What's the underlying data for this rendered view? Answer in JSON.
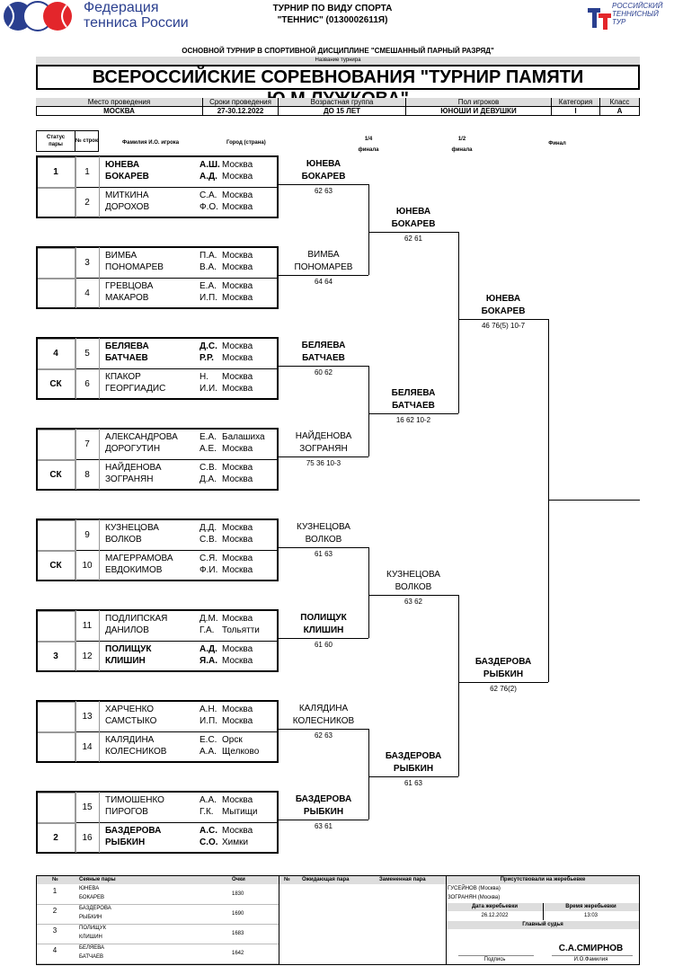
{
  "header": {
    "ftr_name1": "Федерация",
    "ftr_name2": "тенниса России",
    "sport_line1": "ТУРНИР ПО ВИДУ СПОРТА",
    "sport_line2": "\"ТЕННИС\" (0130002611Я)",
    "rtt_line1": "РОССИЙСКИЙ",
    "rtt_line2": "ТЕННИСНЫЙ",
    "rtt_line3": "ТУР",
    "discipline": "ОСНОВНОЙ ТУРНИР В СПОРТИВНОЙ ДИСЦИПЛИНЕ \"СМЕШАННЫЙ ПАРНЫЙ РАЗРЯД\"",
    "name_caption": "Название турнира",
    "title": "ВСЕРОССИЙСКИЕ СОРЕВНОВАНИЯ \"ТУРНИР ПАМЯТИ Ю.М.ЛУЖКОВА\""
  },
  "info": {
    "place_h": "Место проведения",
    "place": "МОСКВА",
    "dates_h": "Сроки проведения",
    "dates": "27-30.12.2022",
    "age_h": "Возрастная группа",
    "age": "ДО 15 ЛЕТ",
    "gender_h": "Пол игроков",
    "gender": "ЮНОШИ И ДЕВУШКИ",
    "cat_h": "Категория",
    "cat": "I",
    "class_h": "Класс",
    "class": "А"
  },
  "cols": {
    "status": "Статус",
    "status2": "пары",
    "num": "№ строк",
    "name": "Фамилия И.О. игрока",
    "city": "Город (страна)",
    "qf": "1/4",
    "qf2": "финала",
    "sf": "1/2",
    "sf2": "финала",
    "final": "Финал"
  },
  "rows": [
    {
      "n": "1",
      "st": "1",
      "a": "ЮНЕВА",
      "ai": "А.Ш.",
      "ac": "Москва",
      "b": "БОКАРЕВ",
      "bi": "А.Д.",
      "bc": "Москва",
      "bold": true
    },
    {
      "n": "2",
      "st": "",
      "a": "МИТКИНА",
      "ai": "С.А.",
      "ac": "Москва",
      "b": "ДОРОХОВ",
      "bi": "Ф.О.",
      "bc": "Москва",
      "bold": false
    },
    {
      "n": "3",
      "st": "",
      "a": "ВИМБА",
      "ai": "П.А.",
      "ac": "Москва",
      "b": "ПОНОМАРЕВ",
      "bi": "В.А.",
      "bc": "Москва",
      "bold": false
    },
    {
      "n": "4",
      "st": "",
      "a": "ГРЕВЦОВА",
      "ai": "Е.А.",
      "ac": "Москва",
      "b": "МАКАРОВ",
      "bi": "И.П.",
      "bc": "Москва",
      "bold": false
    },
    {
      "n": "5",
      "st": "4",
      "a": "БЕЛЯЕВА",
      "ai": "Д.С.",
      "ac": "Москва",
      "b": "БАТЧАЕВ",
      "bi": "Р.Р.",
      "bc": "Москва",
      "bold": true
    },
    {
      "n": "6",
      "st": "СК",
      "a": "КПАКОР",
      "ai": "Н.",
      "ac": "Москва",
      "b": "ГЕОРГИАДИС",
      "bi": "И.И.",
      "bc": "Москва",
      "bold": false
    },
    {
      "n": "7",
      "st": "",
      "a": "АЛЕКСАНДРОВА",
      "ai": "Е.А.",
      "ac": "Балашиха",
      "b": "ДОРОГУТИН",
      "bi": "А.Е.",
      "bc": "Москва",
      "bold": false
    },
    {
      "n": "8",
      "st": "СК",
      "a": "НАЙДЕНОВА",
      "ai": "С.В.",
      "ac": "Москва",
      "b": "ЗОГРАНЯН",
      "bi": "Д.А.",
      "bc": "Москва",
      "bold": false
    },
    {
      "n": "9",
      "st": "",
      "a": "КУЗНЕЦОВА",
      "ai": "Д.Д.",
      "ac": "Москва",
      "b": "ВОЛКОВ",
      "bi": "С.В.",
      "bc": "Москва",
      "bold": false
    },
    {
      "n": "10",
      "st": "СК",
      "a": "МАГЕРРАМОВА",
      "ai": "С.Я.",
      "ac": "Москва",
      "b": "ЕВДОКИМОВ",
      "bi": "Ф.И.",
      "bc": "Москва",
      "bold": false
    },
    {
      "n": "11",
      "st": "",
      "a": "ПОДЛИПСКАЯ",
      "ai": "Д.М.",
      "ac": "Москва",
      "b": "ДАНИЛОВ",
      "bi": "Г.А.",
      "bc": "Тольятти",
      "bold": false
    },
    {
      "n": "12",
      "st": "3",
      "a": "ПОЛИЩУК",
      "ai": "А.Д.",
      "ac": "Москва",
      "b": "КЛИШИН",
      "bi": "Я.А.",
      "bc": "Москва",
      "bold": true
    },
    {
      "n": "13",
      "st": "",
      "a": "ХАРЧЕНКО",
      "ai": "А.Н.",
      "ac": "Москва",
      "b": "САМСТЫКО",
      "bi": "И.П.",
      "bc": "Москва",
      "bold": false
    },
    {
      "n": "14",
      "st": "",
      "a": "КАЛЯДИНА",
      "ai": "Е.С.",
      "ac": "Орск",
      "b": "КОЛЕСНИКОВ",
      "bi": "А.А.",
      "bc": "Щелково",
      "bold": false
    },
    {
      "n": "15",
      "st": "",
      "a": "ТИМОШЕНКО",
      "ai": "А.А.",
      "ac": "Москва",
      "b": "ПИРОГОВ",
      "bi": "Г.К.",
      "bc": "Мытищи",
      "bold": false
    },
    {
      "n": "16",
      "st": "2",
      "a": "БАЗДЕРОВА",
      "ai": "А.С.",
      "ac": "Москва",
      "b": "РЫБКИН",
      "bi": "С.О.",
      "bc": "Химки",
      "bold": true
    }
  ],
  "r1": [
    {
      "a": "ЮНЕВА",
      "b": "БОКАРЕВ",
      "score": "62 63",
      "bold": true
    },
    {
      "a": "ВИМБА",
      "b": "ПОНОМАРЕВ",
      "score": "64 64",
      "bold": false
    },
    {
      "a": "БЕЛЯЕВА",
      "b": "БАТЧАЕВ",
      "score": "60 62",
      "bold": true
    },
    {
      "a": "НАЙДЕНОВА",
      "b": "ЗОГРАНЯН",
      "score": "75 36 10-3",
      "bold": false
    },
    {
      "a": "КУЗНЕЦОВА",
      "b": "ВОЛКОВ",
      "score": "61 63",
      "bold": false
    },
    {
      "a": "ПОЛИЩУК",
      "b": "КЛИШИН",
      "score": "61 60",
      "bold": true
    },
    {
      "a": "КАЛЯДИНА",
      "b": "КОЛЕСНИКОВ",
      "score": "62 63",
      "bold": false
    },
    {
      "a": "БАЗДЕРОВА",
      "b": "РЫБКИН",
      "score": "63 61",
      "bold": true
    }
  ],
  "qf": [
    {
      "a": "ЮНЕВА",
      "b": "БОКАРЕВ",
      "score": "62 61",
      "bold": true
    },
    {
      "a": "БЕЛЯЕВА",
      "b": "БАТЧАЕВ",
      "score": "16 62 10-2",
      "bold": true
    },
    {
      "a": "КУЗНЕЦОВА",
      "b": "ВОЛКОВ",
      "score": "63 62",
      "bold": false
    },
    {
      "a": "БАЗДЕРОВА",
      "b": "РЫБКИН",
      "score": "61 63",
      "bold": true
    }
  ],
  "sf": [
    {
      "a": "ЮНЕВА",
      "b": "БОКАРЕВ",
      "score": "46 76(5) 10-7"
    },
    {
      "a": "БАЗДЕРОВА",
      "b": "РЫБКИН",
      "score": "62 76(2)"
    }
  ],
  "footer": {
    "h_no": "№",
    "h_seed": "Сеяные пары",
    "h_pts": "Очки",
    "h_no2": "№",
    "h_wait": "Ожидающая пара",
    "h_repl": "Замененная пара",
    "h_present": "Присутствовали на жеребьевке",
    "seeds": [
      {
        "n": "1",
        "a": "ЮНЕВА",
        "b": "БОКАРЕВ",
        "p": "1830"
      },
      {
        "n": "2",
        "a": "БАЗДЕРОВА",
        "b": "РЫБКИН",
        "p": "1690"
      },
      {
        "n": "3",
        "a": "ПОЛИЩУК",
        "b": "КЛИШИН",
        "p": "1683"
      },
      {
        "n": "4",
        "a": "БЕЛЯЕВА",
        "b": "БАТЧАЕВ",
        "p": "1642"
      }
    ],
    "present1": "ГУСЕЙНОВ (Москва)",
    "present2": "ЗОГРАНЯН (Москва)",
    "draw_date_h": "Дата жеребьевки",
    "draw_time_h": "Время жеребьевки",
    "draw_date": "26.12.2022",
    "draw_time": "13:03",
    "judge_h": "Главный судья",
    "judge": "С.А.СМИРНОВ",
    "sign": "Подпись",
    "fio": "И.О.Фамилия"
  },
  "colors": {
    "red": "#e3262b",
    "blue": "#2a3f8f",
    "gray": "#dddddd"
  }
}
